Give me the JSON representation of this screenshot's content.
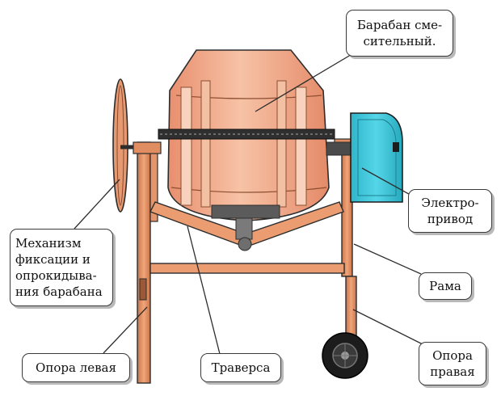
{
  "labels": {
    "drum": "Барабан сме-\nсительный.",
    "motor": "Электро-\nпривод",
    "tilt_mechanism": "Механизм\nфиксации и\nопрокидыва-\nния барабана",
    "frame": "Рама",
    "left_support": "Опора левая",
    "traverse": "Траверса",
    "right_support": "Опора\nправая"
  },
  "colors": {
    "drum_fill": "#f1ad8e",
    "frame": "#dd8a5c",
    "motor_cover": "#35c7dc",
    "wheel": "#1c1c1c",
    "outline": "#2d2d2d"
  }
}
